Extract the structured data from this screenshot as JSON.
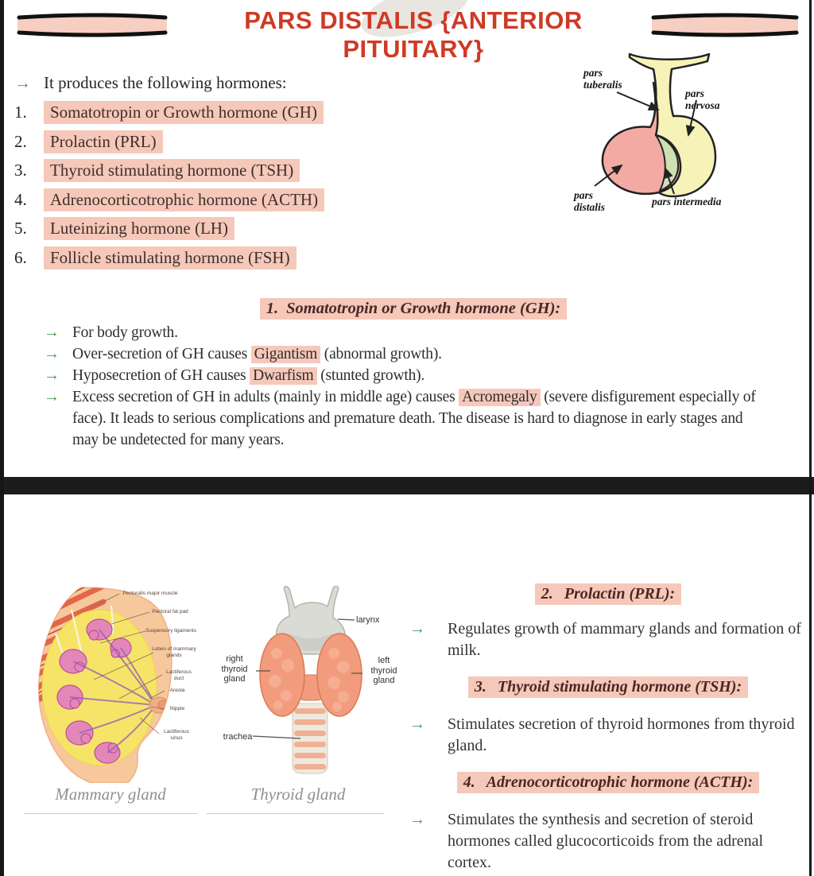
{
  "icons": {
    "bullet_arrow": "→"
  },
  "colors": {
    "accent_red": "#cf3a25",
    "highlight_pink": "#f6c8ba",
    "arrow_green": "#4c9a58",
    "divider_dark": "#1c1c1c"
  },
  "title": "PARS DISTALIS {ANTERIOR PITUITARY}",
  "top": {
    "intro": "It produces the following hormones:",
    "hormones": [
      {
        "num": "1.",
        "label": "Somatotropin or Growth hormone (GH)"
      },
      {
        "num": "2.",
        "label": "Prolactin (PRL)"
      },
      {
        "num": "3.",
        "label": "Thyroid stimulating hormone (TSH)"
      },
      {
        "num": "4.",
        "label": "Adrenocorticotrophic hormone (ACTH)"
      },
      {
        "num": "5.",
        "label": "Luteinizing hormone (LH)"
      },
      {
        "num": "6.",
        "label": "Follicle stimulating hormone (FSH)"
      }
    ],
    "pituitary_labels": {
      "tuberalis": "pars tuberalis",
      "nervosa": "pars nervosa",
      "distalis": "pars distalis",
      "intermedia": "pars intermedia"
    }
  },
  "gh": {
    "heading": {
      "num": "1.",
      "text": "Somatotropin or Growth hormone (GH):"
    },
    "bullets": [
      {
        "pre": "For body growth."
      },
      {
        "pre": "Over-secretion of GH causes ",
        "hl": "Gigantism",
        "post": " (abnormal growth)."
      },
      {
        "pre": "Hyposecretion of GH causes ",
        "hl": "Dwarfism",
        "post": " (stunted growth)."
      },
      {
        "pre": "Excess secretion of GH in adults (mainly in middle age) causes ",
        "hl": "Acromegaly",
        "post": " (severe disfigurement especially of face). It leads to serious complications and premature death. The disease is hard to diagnose in early stages and may be undetected for many years."
      }
    ]
  },
  "figures": {
    "mammary": {
      "caption": "Mammary gland",
      "labels": [
        "Pectoralis major muscle",
        "Pectoral fat pad",
        "Suspensory ligaments",
        "Lobes of mammary glands",
        "Lactiferous duct",
        "Areola",
        "Nipple",
        "Lactiferous sinus"
      ]
    },
    "thyroid": {
      "caption": "Thyroid gland",
      "labels": [
        "larynx",
        "right thyroid gland",
        "left thyroid gland",
        "trachea"
      ]
    }
  },
  "sections": [
    {
      "num": "2.",
      "heading": "Prolactin (PRL):",
      "bullet": "Regulates growth of mammary glands and formation of milk."
    },
    {
      "num": "3.",
      "heading": "Thyroid stimulating hormone (TSH):",
      "bullet": "Stimulates secretion of thyroid hormones from thyroid gland."
    },
    {
      "num": "4.",
      "heading": "Adrenocorticotrophic hormone (ACTH):",
      "bullet": "Stimulates the synthesis and secretion of steroid hormones called glucocorticoids from the adrenal cortex."
    }
  ]
}
